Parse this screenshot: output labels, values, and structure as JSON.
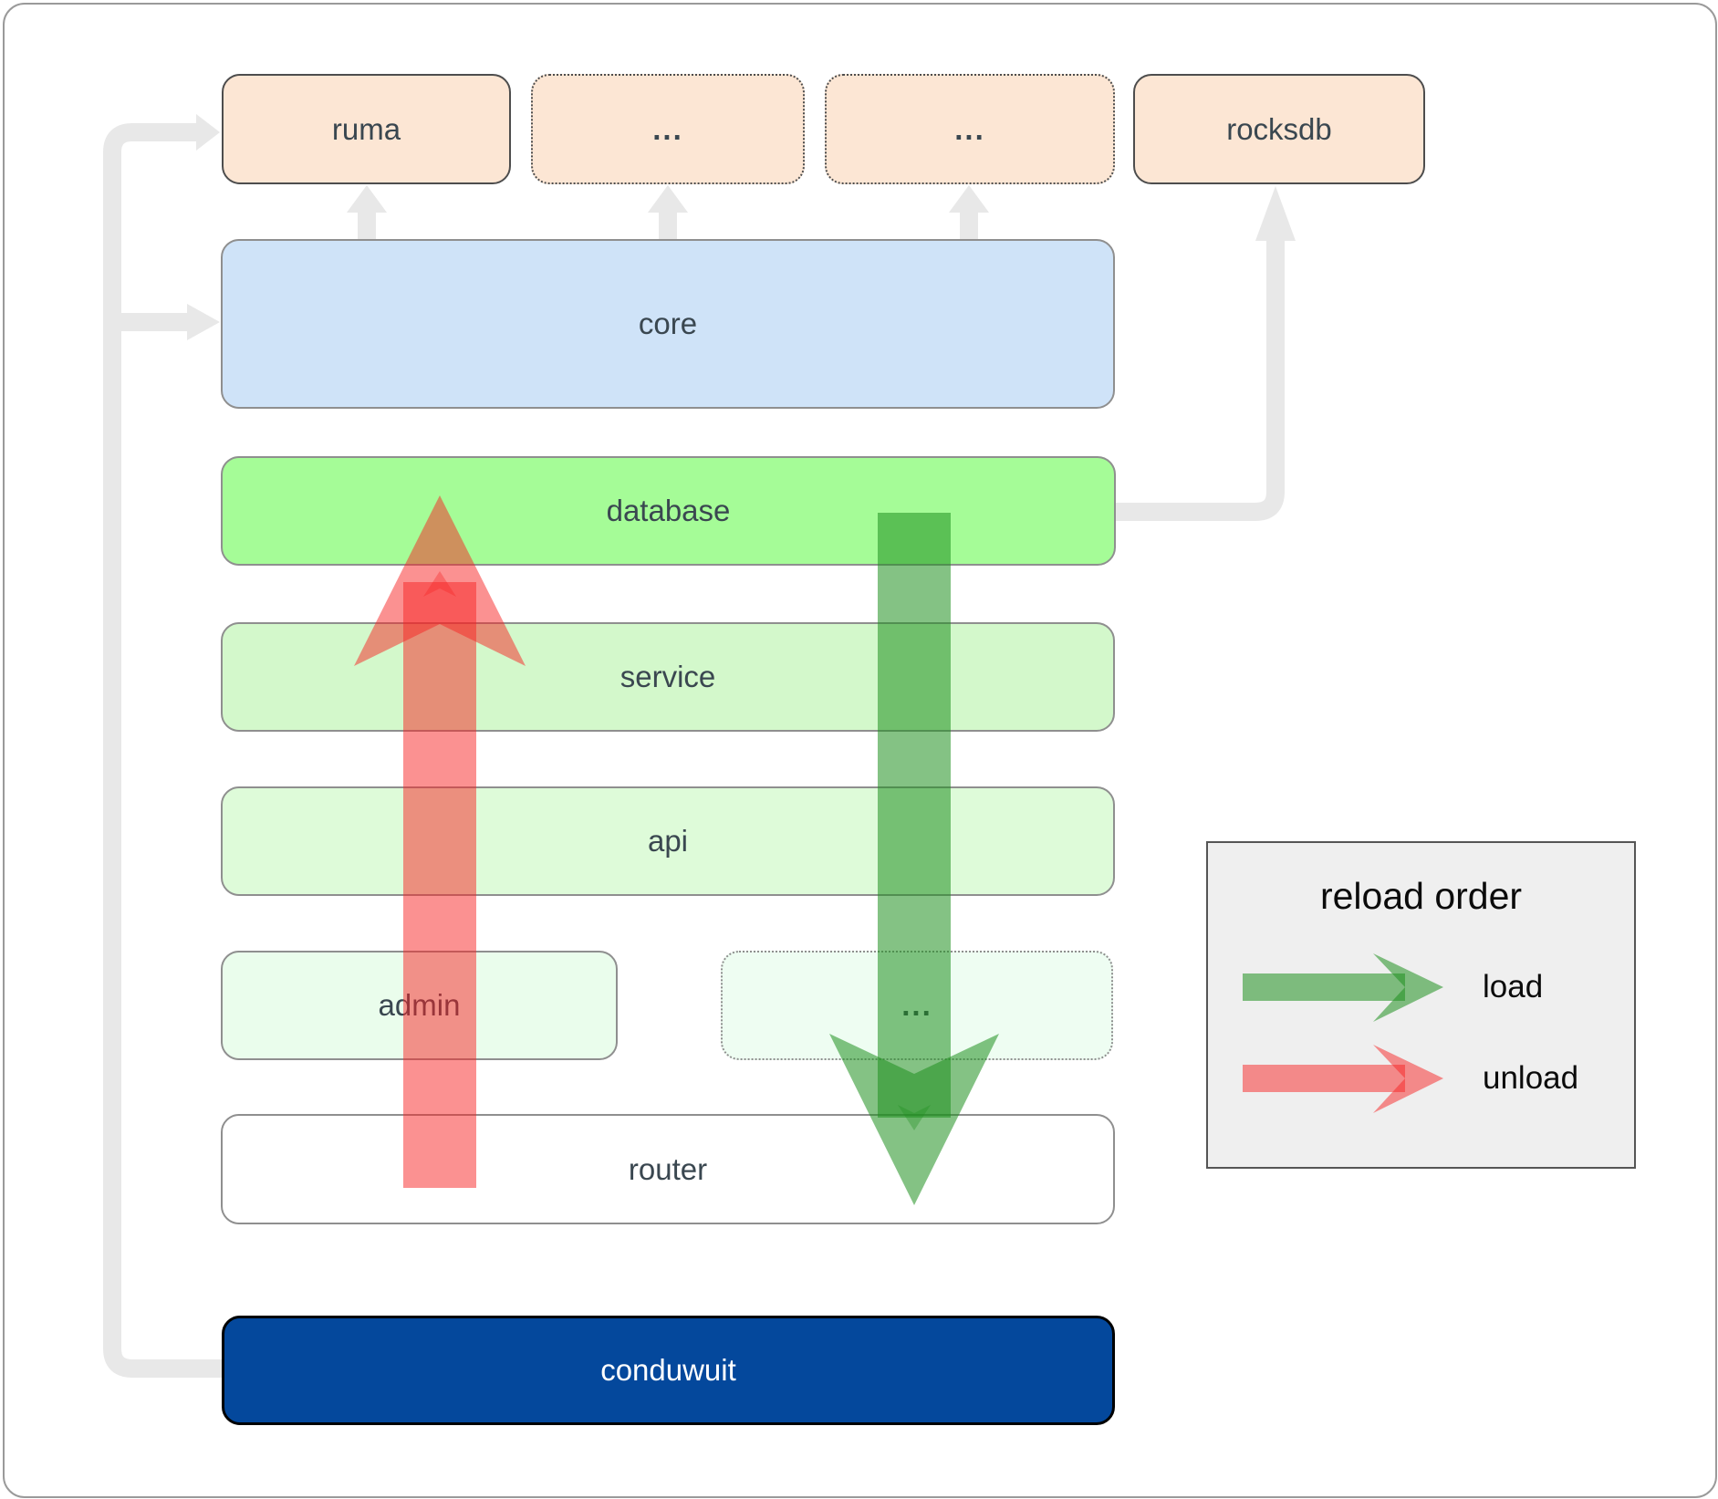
{
  "diagram": {
    "title_hint": "conduwuit module architecture with reload order",
    "nodes": {
      "ruma": "ruma",
      "dep_more_1": "...",
      "dep_more_2": "...",
      "rocksdb": "rocksdb",
      "core": "core",
      "database": "database",
      "service": "service",
      "api": "api",
      "admin": "admin",
      "service_more": "...",
      "router": "router",
      "conduwuit": "conduwuit"
    },
    "legend": {
      "title": "reload order",
      "load_label": "load",
      "unload_label": "unload"
    }
  },
  "colors": {
    "peach_fill": "#fce6d4",
    "blue_fill": "#cfe3f8",
    "green_bright": "#a5fc97",
    "green_mid": "#d3f8cb",
    "green_light": "#defbd9",
    "green_pale": "#eafdec",
    "green_palest": "#eefdf2",
    "navy_fill": "#04489c",
    "connector_gray": "#e8e8e8",
    "arrow_red": "#f72323",
    "arrow_green": "#1f8f1f",
    "legend_bg": "#efefef",
    "text_dark": "#3a4750"
  }
}
